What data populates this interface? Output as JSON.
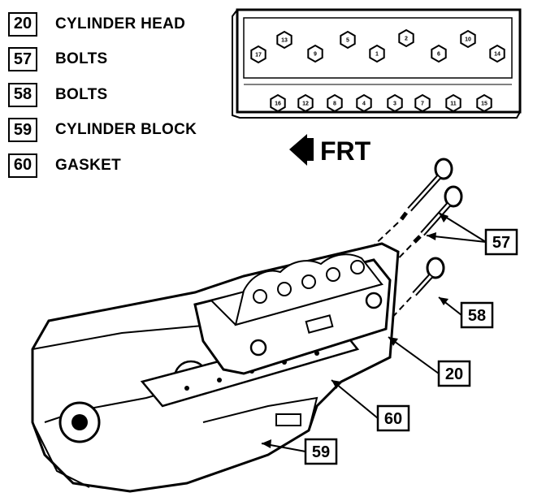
{
  "legend": [
    {
      "code": "20",
      "label": "CYLINDER HEAD"
    },
    {
      "code": "57",
      "label": "BOLTS"
    },
    {
      "code": "58",
      "label": "BOLTS"
    },
    {
      "code": "59",
      "label": "CYLINDER BLOCK"
    },
    {
      "code": "60",
      "label": "GASKET"
    }
  ],
  "torque_sequence": {
    "top_row": [
      "17",
      "13",
      "9",
      "5",
      "1",
      "2",
      "6",
      "10",
      "14"
    ],
    "bottom_row": [
      "16",
      "12",
      "8",
      "4",
      "3",
      "7",
      "11",
      "15"
    ]
  },
  "front_label": "FRT",
  "callouts": {
    "bolts_57": "57",
    "bolts_58": "58",
    "head_20": "20",
    "gasket_60": "60",
    "block_59": "59"
  }
}
